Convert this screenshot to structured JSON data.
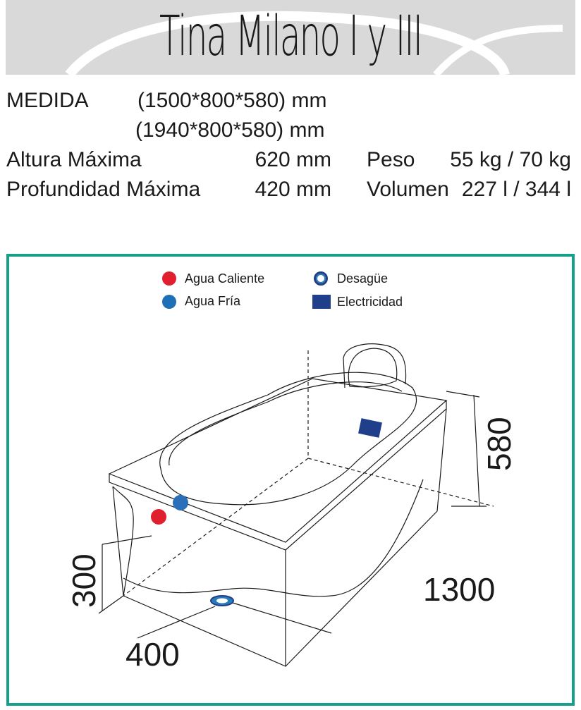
{
  "title": "Tina Milano I y III",
  "specs": {
    "medida_label": "MEDIDA",
    "medida_value_1": "(1500*800*580) mm",
    "medida_value_2": "(1940*800*580) mm",
    "altura_label": "Altura Máxima",
    "altura_value": "620 mm",
    "profundidad_label": "Profundidad Máxima",
    "profundidad_value": "420 mm",
    "peso_label": "Peso",
    "peso_value": "55 kg / 70 kg",
    "volumen_label": "Volumen",
    "volumen_value": "227 l / 344 l"
  },
  "legend": {
    "hot_water": "Agua Caliente",
    "cold_water": "Agua Fría",
    "drain": "Desagüe",
    "electricity": "Electricidad"
  },
  "colors": {
    "hot_water": "#e0202e",
    "cold_water": "#1e6fb5",
    "electricity": "#1f3f8a",
    "frame": "#16a08c"
  },
  "dimensions": {
    "height": "580",
    "length": "1300",
    "side_height": "300",
    "side_width": "400"
  }
}
